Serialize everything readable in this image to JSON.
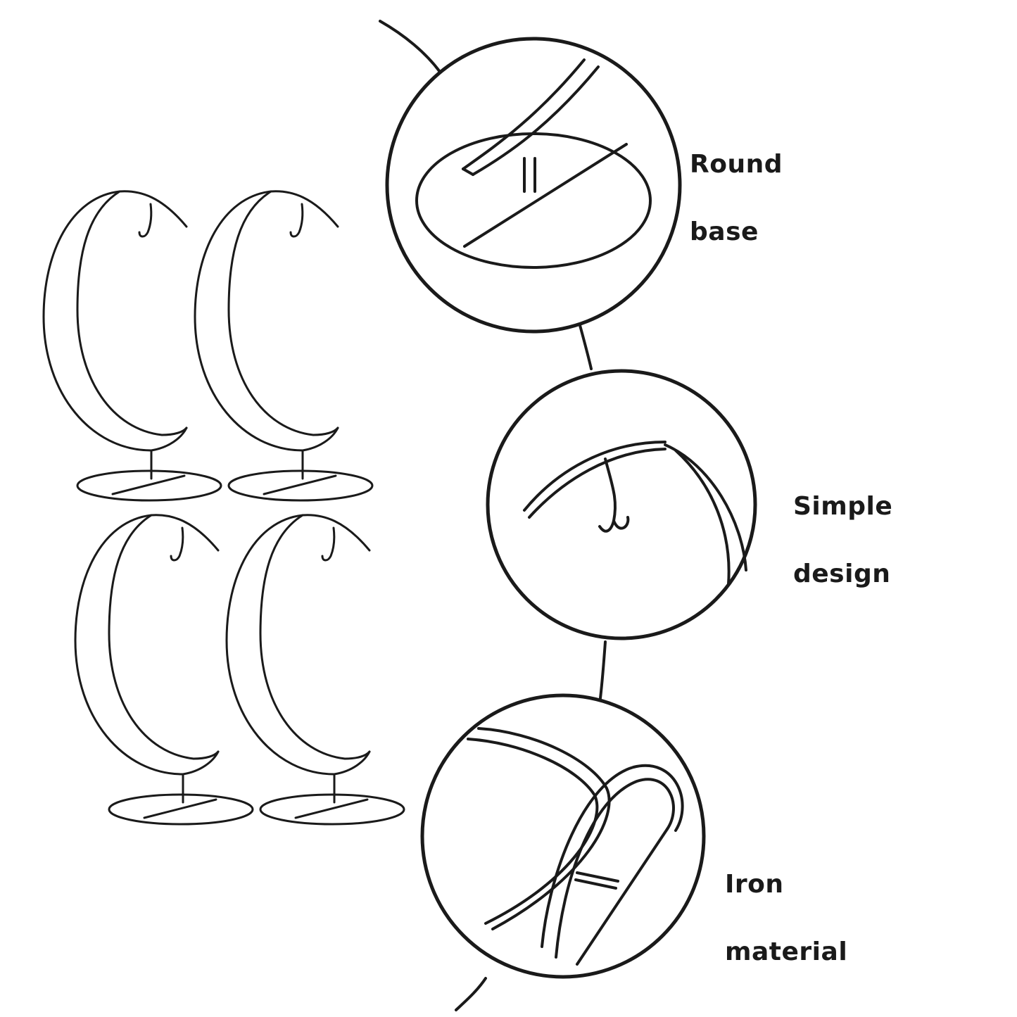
{
  "features": [
    {
      "line1": "Round",
      "line2": "base"
    },
    {
      "line1": "Simple",
      "line2": "design"
    },
    {
      "line1": "Iron",
      "line2": "material"
    }
  ],
  "product": {
    "stand_count": 4,
    "stand_shape": "crescent-moon"
  },
  "colors": {
    "background": "#ffffff",
    "wire": "#1a1a1a",
    "text": "#1a1a1a"
  }
}
